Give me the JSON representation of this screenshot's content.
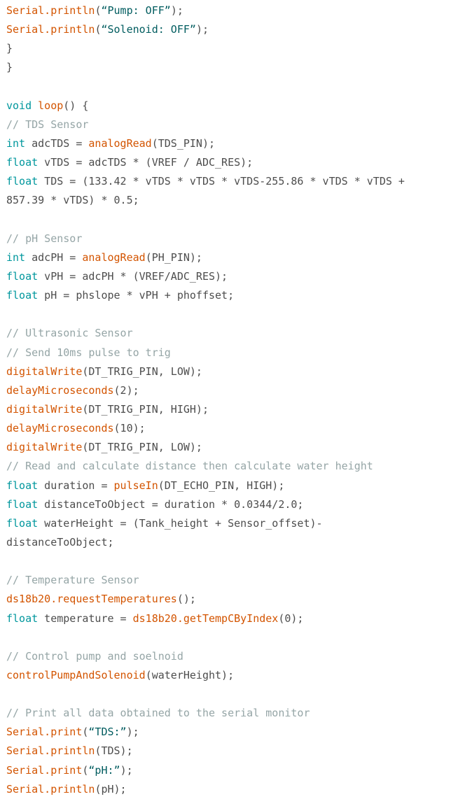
{
  "colors": {
    "background": "#ffffff",
    "keyword": "#00979d",
    "function": "#d35400",
    "comment": "#95a5a6",
    "string": "#005c5f",
    "plain": "#4d4d4d"
  },
  "code_lines": [
    [
      {
        "t": "function",
        "s": "Serial.println"
      },
      {
        "t": "plain",
        "s": "("
      },
      {
        "t": "string",
        "s": "“Pump: OFF”"
      },
      {
        "t": "plain",
        "s": ");"
      }
    ],
    [
      {
        "t": "function",
        "s": "Serial.println"
      },
      {
        "t": "plain",
        "s": "("
      },
      {
        "t": "string",
        "s": "“Solenoid: OFF”"
      },
      {
        "t": "plain",
        "s": ");"
      }
    ],
    [
      {
        "t": "plain",
        "s": "}"
      }
    ],
    [
      {
        "t": "plain",
        "s": "}"
      }
    ],
    [],
    [
      {
        "t": "keyword",
        "s": "void"
      },
      {
        "t": "plain",
        "s": " "
      },
      {
        "t": "function",
        "s": "loop"
      },
      {
        "t": "plain",
        "s": "() {"
      }
    ],
    [
      {
        "t": "comment",
        "s": "// TDS Sensor"
      }
    ],
    [
      {
        "t": "keyword",
        "s": "int"
      },
      {
        "t": "plain",
        "s": " adcTDS = "
      },
      {
        "t": "function",
        "s": "analogRead"
      },
      {
        "t": "plain",
        "s": "(TDS_PIN);"
      }
    ],
    [
      {
        "t": "keyword",
        "s": "float"
      },
      {
        "t": "plain",
        "s": " vTDS = adcTDS * (VREF / ADC_RES);"
      }
    ],
    [
      {
        "t": "keyword",
        "s": "float"
      },
      {
        "t": "plain",
        "s": " TDS = (133.42 * vTDS * vTDS * vTDS-255.86 * vTDS * vTDS +"
      }
    ],
    [
      {
        "t": "plain",
        "s": "857.39 * vTDS) * 0.5;"
      }
    ],
    [],
    [
      {
        "t": "comment",
        "s": "// pH Sensor"
      }
    ],
    [
      {
        "t": "keyword",
        "s": "int"
      },
      {
        "t": "plain",
        "s": " adcPH = "
      },
      {
        "t": "function",
        "s": "analogRead"
      },
      {
        "t": "plain",
        "s": "(PH_PIN);"
      }
    ],
    [
      {
        "t": "keyword",
        "s": "float"
      },
      {
        "t": "plain",
        "s": " vPH = adcPH * (VREF/ADC_RES);"
      }
    ],
    [
      {
        "t": "keyword",
        "s": "float"
      },
      {
        "t": "plain",
        "s": " pH = phslope * vPH + phoffset;"
      }
    ],
    [],
    [
      {
        "t": "comment",
        "s": "// Ultrasonic Sensor"
      }
    ],
    [
      {
        "t": "comment",
        "s": "// Send 10ms pulse to trig"
      }
    ],
    [
      {
        "t": "function",
        "s": "digitalWrite"
      },
      {
        "t": "plain",
        "s": "(DT_TRIG_PIN, LOW);"
      }
    ],
    [
      {
        "t": "function",
        "s": "delayMicroseconds"
      },
      {
        "t": "plain",
        "s": "(2);"
      }
    ],
    [
      {
        "t": "function",
        "s": "digitalWrite"
      },
      {
        "t": "plain",
        "s": "(DT_TRIG_PIN, HIGH);"
      }
    ],
    [
      {
        "t": "function",
        "s": "delayMicroseconds"
      },
      {
        "t": "plain",
        "s": "(10);"
      }
    ],
    [
      {
        "t": "function",
        "s": "digitalWrite"
      },
      {
        "t": "plain",
        "s": "(DT_TRIG_PIN, LOW);"
      }
    ],
    [
      {
        "t": "comment",
        "s": "// Read and calculate distance then calculate water height"
      }
    ],
    [
      {
        "t": "keyword",
        "s": "float"
      },
      {
        "t": "plain",
        "s": " duration = "
      },
      {
        "t": "function",
        "s": "pulseIn"
      },
      {
        "t": "plain",
        "s": "(DT_ECHO_PIN, HIGH);"
      }
    ],
    [
      {
        "t": "keyword",
        "s": "float"
      },
      {
        "t": "plain",
        "s": " distanceToObject = duration * 0.0344/2.0;"
      }
    ],
    [
      {
        "t": "keyword",
        "s": "float"
      },
      {
        "t": "plain",
        "s": " waterHeight = (Tank_height + Sensor_offset)-"
      }
    ],
    [
      {
        "t": "plain",
        "s": "distanceToObject;"
      }
    ],
    [],
    [
      {
        "t": "comment",
        "s": "// Temperature Sensor"
      }
    ],
    [
      {
        "t": "function",
        "s": "ds18b20.requestTemperatures"
      },
      {
        "t": "plain",
        "s": "();"
      }
    ],
    [
      {
        "t": "keyword",
        "s": "float"
      },
      {
        "t": "plain",
        "s": " temperature = "
      },
      {
        "t": "function",
        "s": "ds18b20.getTempCByIndex"
      },
      {
        "t": "plain",
        "s": "(0);"
      }
    ],
    [],
    [
      {
        "t": "comment",
        "s": "// Control pump and soelnoid"
      }
    ],
    [
      {
        "t": "function",
        "s": "controlPumpAndSolenoid"
      },
      {
        "t": "plain",
        "s": "(waterHeight);"
      }
    ],
    [],
    [
      {
        "t": "comment",
        "s": "// Print all data obtained to the serial monitor"
      }
    ],
    [
      {
        "t": "function",
        "s": "Serial.print"
      },
      {
        "t": "plain",
        "s": "("
      },
      {
        "t": "string",
        "s": "“TDS:”"
      },
      {
        "t": "plain",
        "s": ");"
      }
    ],
    [
      {
        "t": "function",
        "s": "Serial.println"
      },
      {
        "t": "plain",
        "s": "(TDS);"
      }
    ],
    [
      {
        "t": "function",
        "s": "Serial.print"
      },
      {
        "t": "plain",
        "s": "("
      },
      {
        "t": "string",
        "s": "“pH:”"
      },
      {
        "t": "plain",
        "s": ");"
      }
    ],
    [
      {
        "t": "function",
        "s": "Serial.println"
      },
      {
        "t": "plain",
        "s": "(pH);"
      }
    ]
  ]
}
